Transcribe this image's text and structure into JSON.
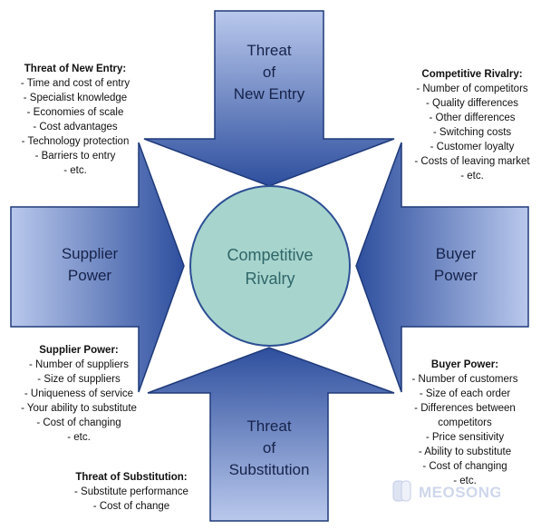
{
  "center": {
    "label": "Competitive\nRivalry"
  },
  "arrows": {
    "top": "Threat\nof\nNew Entry",
    "left": "Supplier\nPower",
    "right": "Buyer\nPower",
    "bottom": "Threat\nof\nSubstitution"
  },
  "notes": {
    "new_entry": {
      "title": "Threat of New Entry:",
      "items": [
        "- Time and cost of entry",
        "- Specialist knowledge",
        "- Economies of scale",
        "- Cost advantages",
        "- Technology protection",
        "- Barriers to entry",
        "- etc."
      ]
    },
    "rivalry": {
      "title": "Competitive Rivalry:",
      "items": [
        "- Number of competitors",
        "- Quality differences",
        "- Other differences",
        "- Switching costs",
        "- Customer loyalty",
        "- Costs of leaving market",
        "- etc."
      ]
    },
    "supplier": {
      "title": "Supplier Power:",
      "items": [
        "- Number of suppliers",
        "- Size of suppliers",
        "- Uniqueness of service",
        "- Your ability to substitute",
        "- Cost of changing",
        "- etc."
      ]
    },
    "buyer": {
      "title": "Buyer Power:",
      "items": [
        "- Number of customers",
        "- Size of each order",
        "- Differences between",
        "competitors",
        "- Price sensitivity",
        "- Ability to substitute",
        "- Cost of changing",
        "- etc."
      ]
    },
    "substitution": {
      "title": "Threat of Substitution:",
      "items": [
        "- Substitute performance",
        "- Cost of change"
      ]
    }
  },
  "watermark": {
    "text": "MEOSONG"
  },
  "colors": {
    "arrow_dark": "#2e4f9e",
    "arrow_light": "#b9c8ec",
    "circle_fill": "#a7d4cd",
    "circle_stroke": "#2c4f94",
    "arrow_stroke": "#1f3a7a"
  }
}
